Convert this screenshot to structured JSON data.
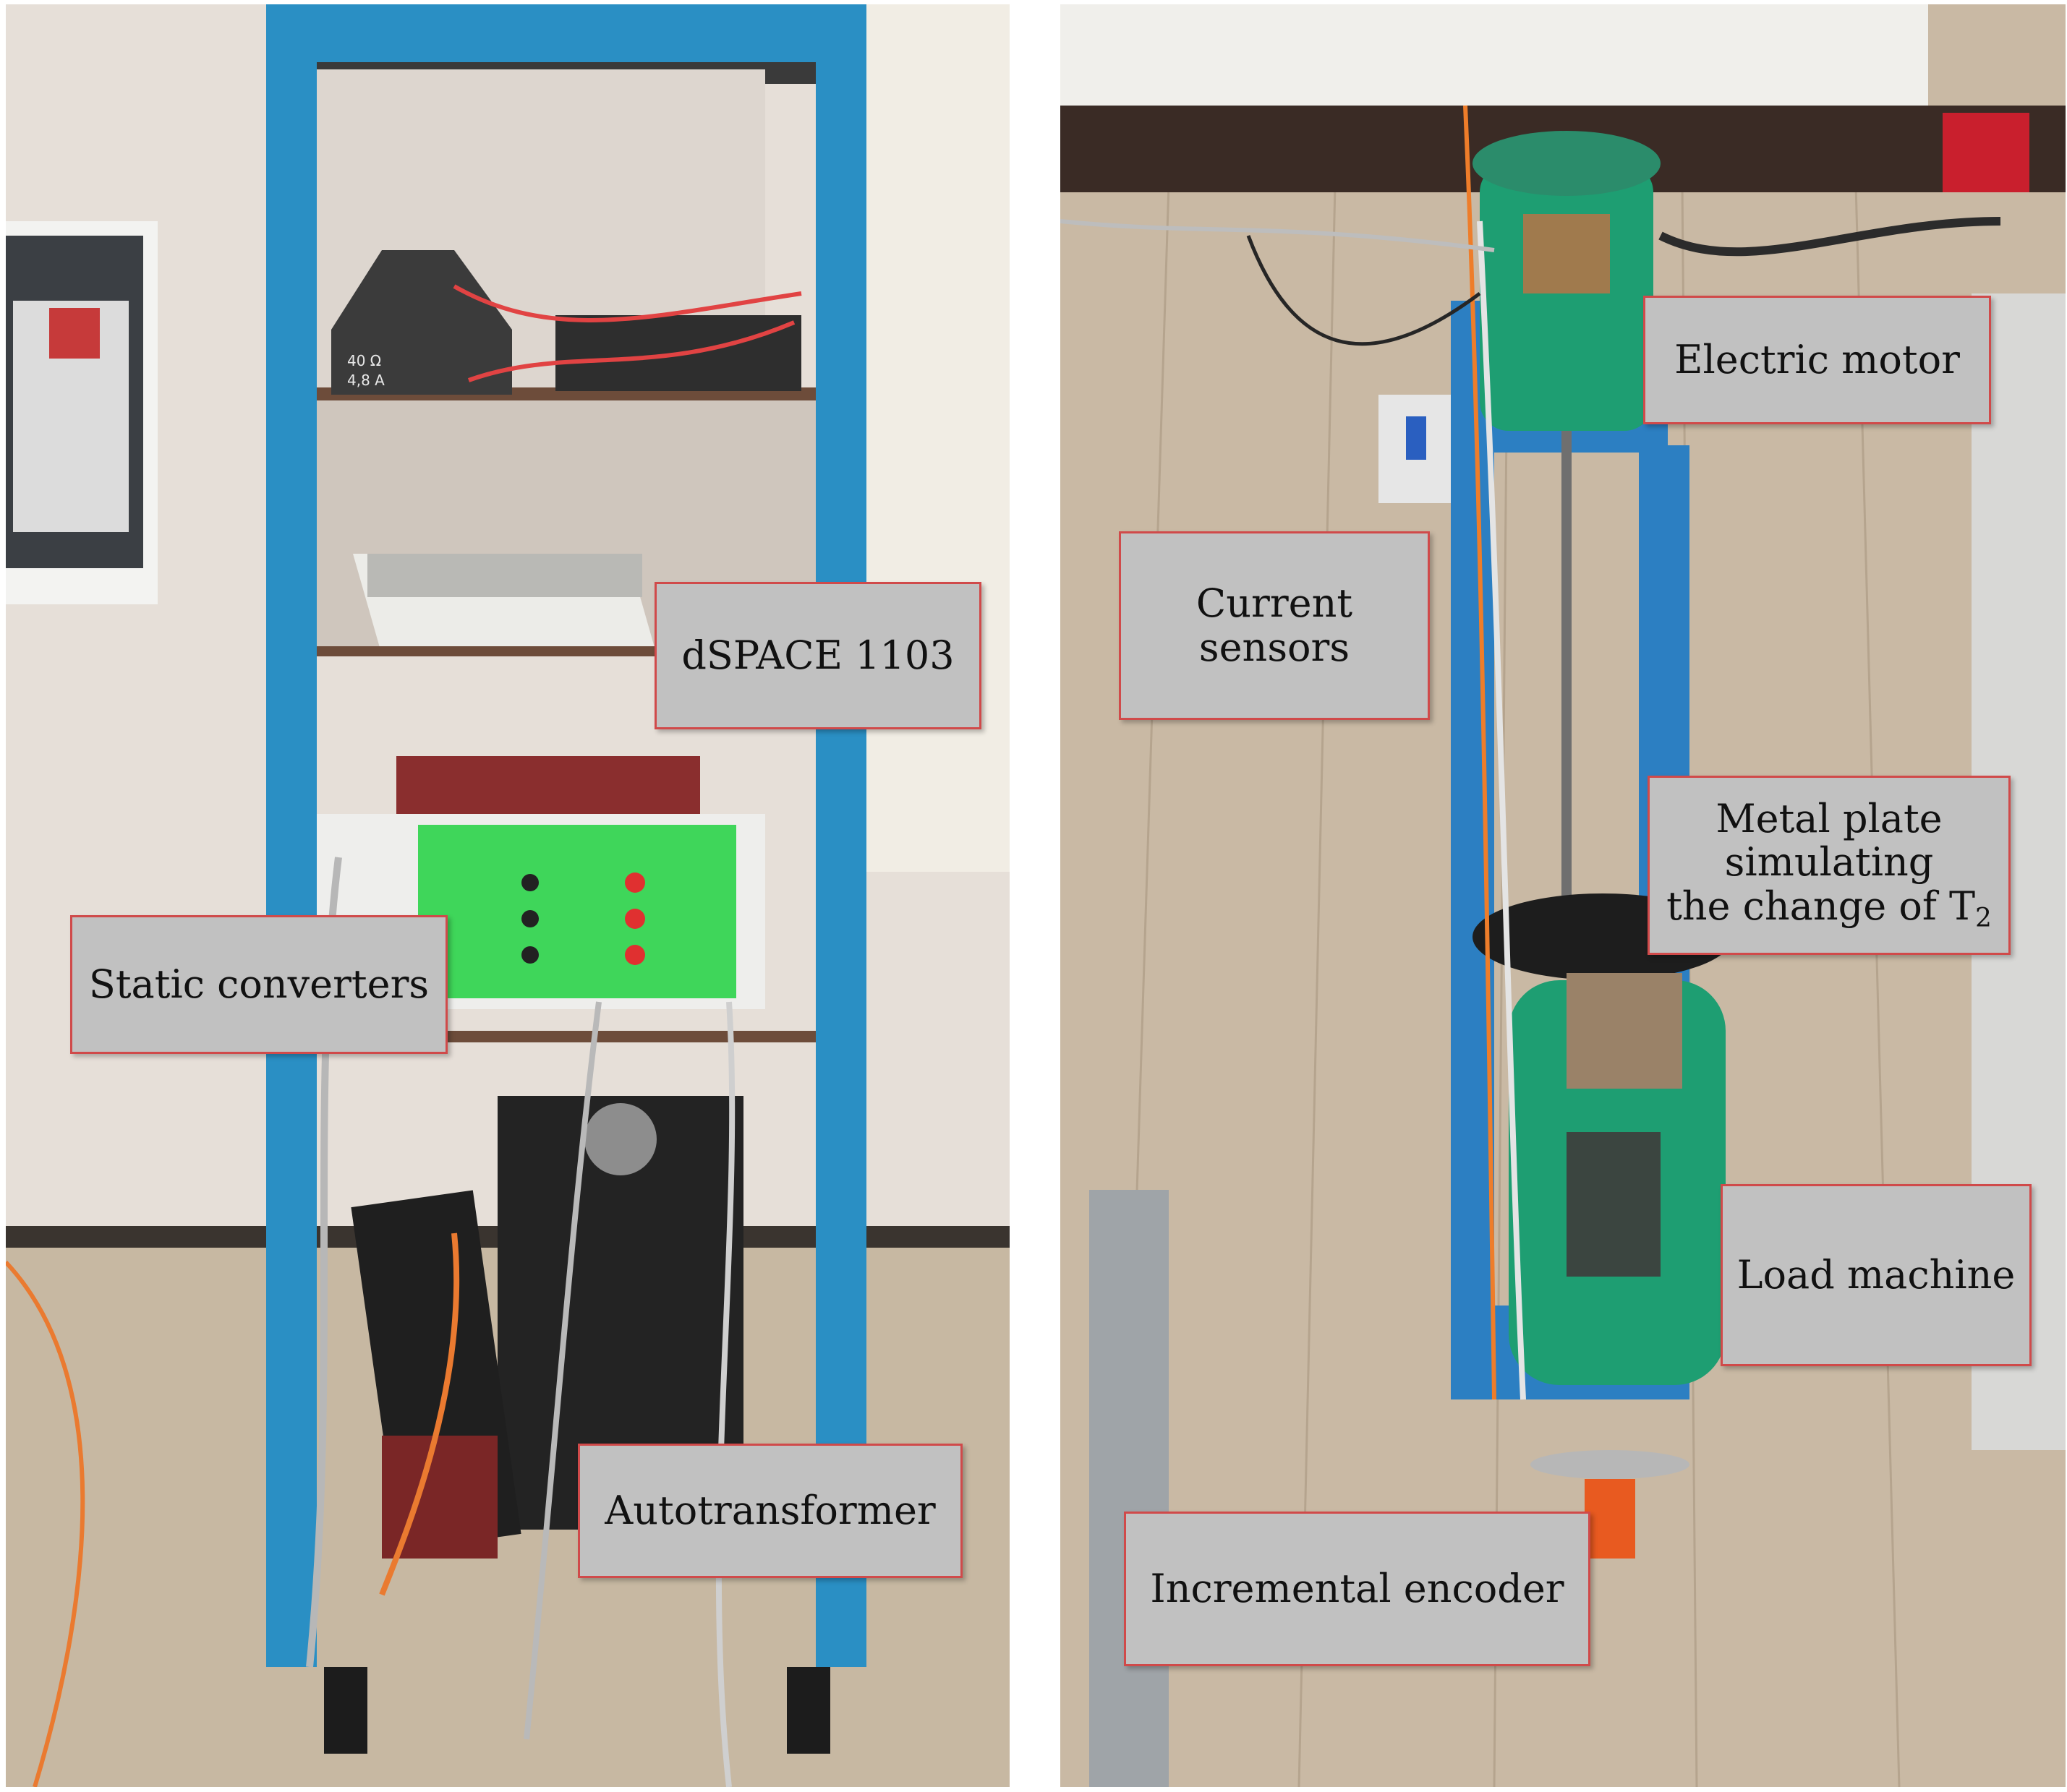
{
  "labels": {
    "dspace": "dSPACE 1103",
    "static_converters": "Static converters",
    "autotransformer": "Autotransformer",
    "electric_motor": "Electric motor",
    "current_sensors": "Current sensors",
    "metal_plate_line1": "Metal plate",
    "metal_plate_line2": "simulating",
    "metal_plate_line3": "the change of T",
    "metal_plate_sub": "2",
    "load_machine": "Load machine",
    "incremental_encoder": "Incremental encoder"
  },
  "photo_text": {
    "resistor_value_1": "40 Ω",
    "resistor_value_2": "4,8 A"
  },
  "colors": {
    "callout_fill": "#c1c1c1",
    "callout_border": "#d04a4a",
    "rack_blue": "#2a8fc4",
    "motor_green": "#1e9e72",
    "panel_green": "#3fd65a",
    "floor": "#c9b9a4",
    "wall": "#e7e0d9"
  },
  "icons": [
    "resistor-box-icon",
    "green-panel-icon",
    "motor-icon",
    "encoder-icon"
  ]
}
